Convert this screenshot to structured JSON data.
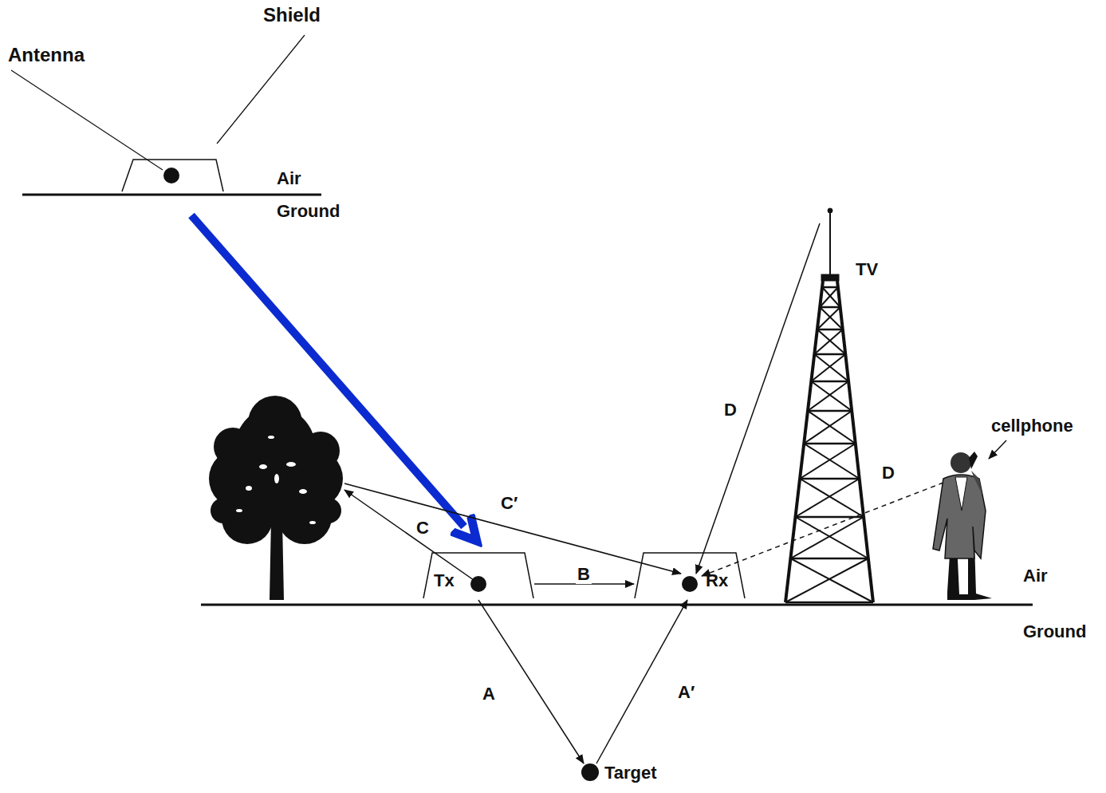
{
  "diagram": {
    "nodes": [
      {
        "text": [
          "Tx"
        ]
      },
      {
        "text": [
          "Rx"
        ]
      },
      {
        "text": [
          "Target"
        ]
      }
    ],
    "edges": [
      {
        "from": 0,
        "to": 1,
        "arrow": "to",
        "label": "B"
      },
      {
        "from": 0,
        "to": 2,
        "arrow": "to",
        "label": "A"
      },
      {
        "from": 2,
        "to": 1,
        "arrow": "to",
        "label": "A′"
      }
    ],
    "labels": [
      "Shield",
      "Antenna",
      "Air",
      "Ground",
      "C",
      "C′",
      "D",
      "TV",
      "D",
      "cellphone",
      "Air",
      "Ground"
    ]
  }
}
